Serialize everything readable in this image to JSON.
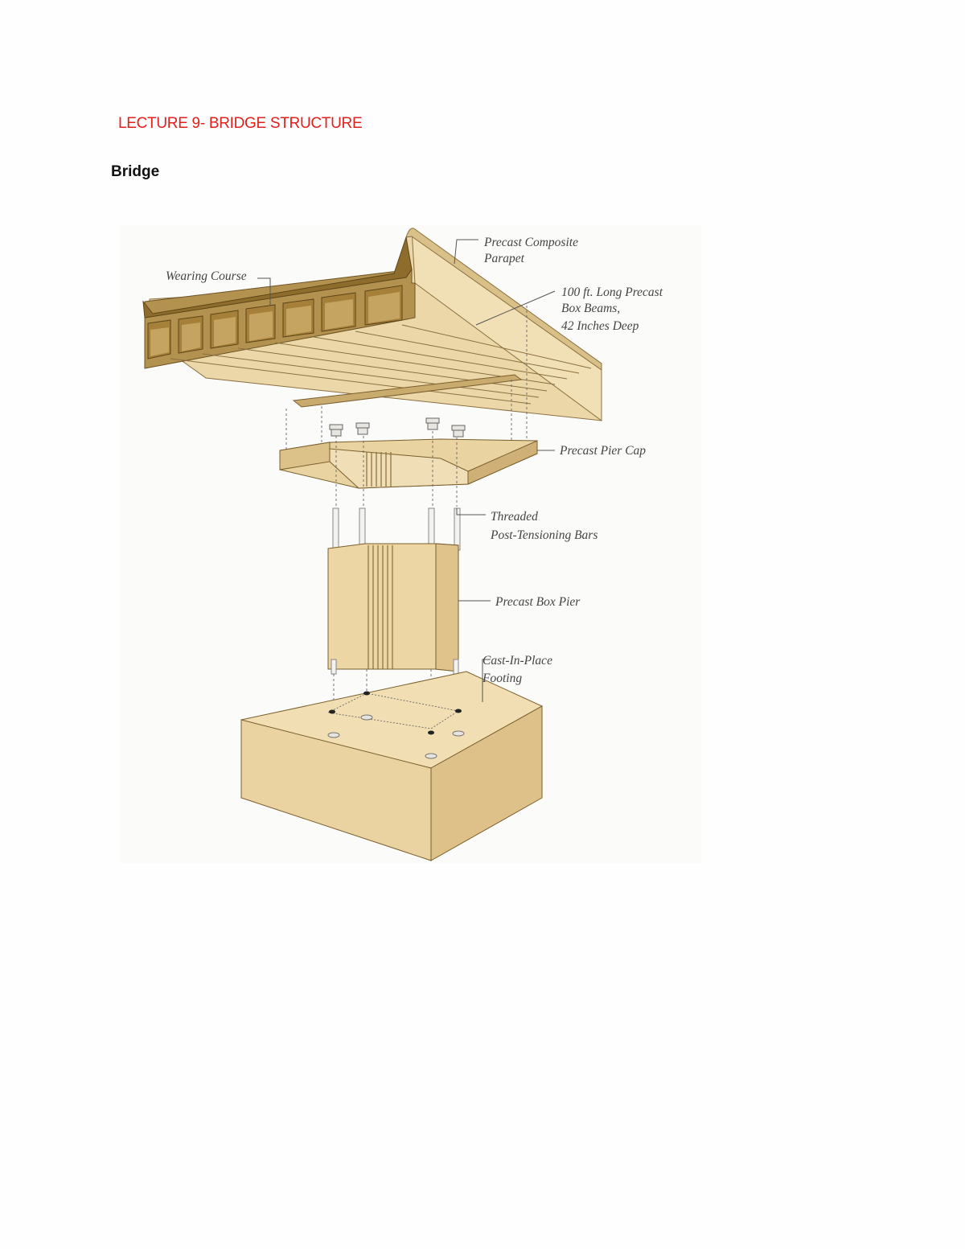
{
  "page": {
    "title": "LECTURE 9- BRIDGE STRUCTURE",
    "subtitle": "Bridge"
  },
  "colors": {
    "title": "#e0211d",
    "concrete_light": "#efdcb0",
    "concrete_mid": "#e2c894",
    "concrete_dark": "#b99a5c",
    "wearing_course": "#7d5f26",
    "label_text": "#444444"
  },
  "figure": {
    "labels": {
      "wearing_course": "Wearing Course",
      "parapet_line1": "Precast Composite",
      "parapet_line2": "Parapet",
      "beams_line1": "100 ft. Long Precast",
      "beams_line2": "Box Beams,",
      "beams_line3": "42 Inches Deep",
      "pier_cap": "Precast Pier Cap",
      "bars_line1": "Threaded",
      "bars_line2": "Post-Tensioning Bars",
      "box_pier": "Precast Box Pier",
      "footing_line1": "Cast-In-Place",
      "footing_line2": "Footing"
    }
  }
}
